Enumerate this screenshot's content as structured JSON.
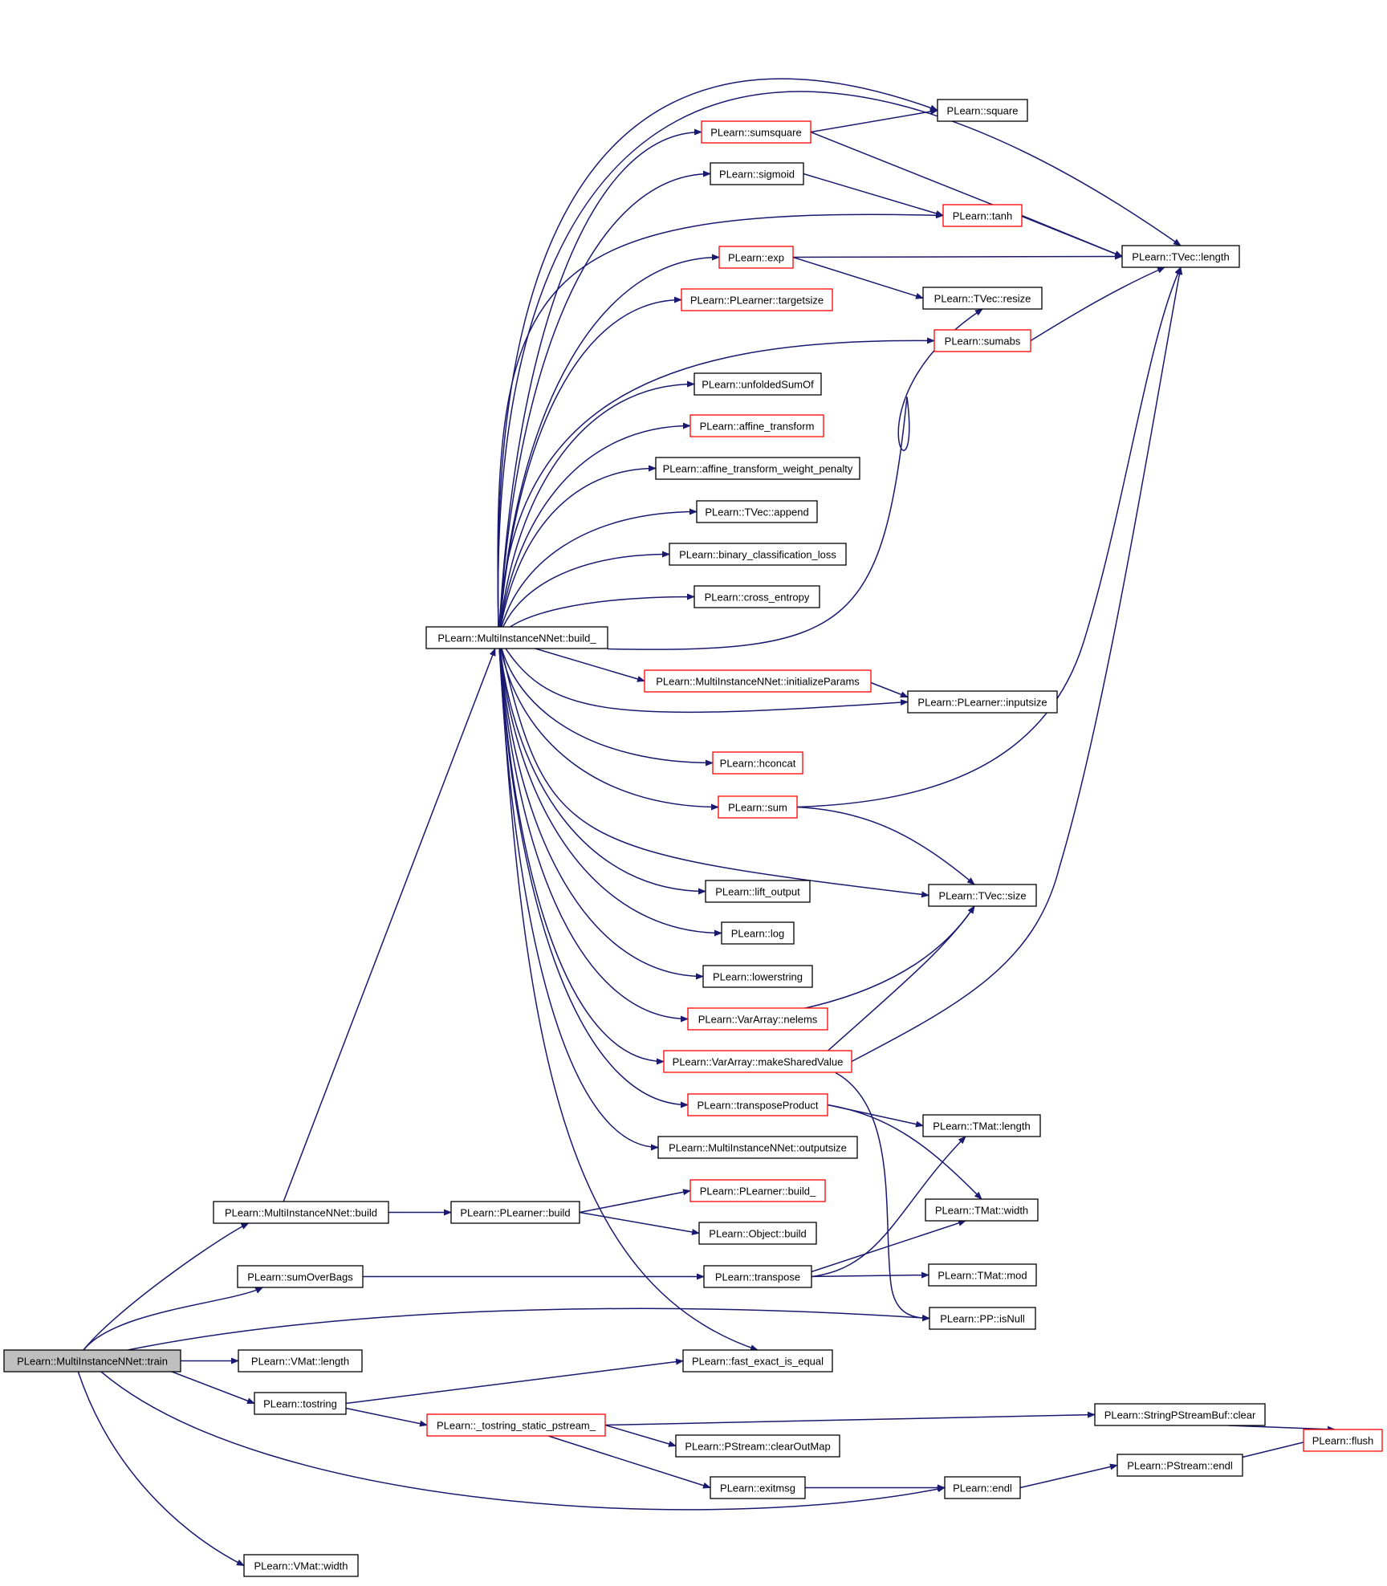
{
  "colors": {
    "edge": "#191970",
    "node_normal_border": "#000000",
    "node_truncated_border": "#ff0000",
    "root_fill": "#bfbfbf",
    "text": "#000000"
  },
  "nodes": [
    {
      "id": "train",
      "label": "PLearn::MultiInstanceNNet::train",
      "style": "root"
    },
    {
      "id": "build",
      "label": "PLearn::MultiInstanceNNet::build",
      "style": "normal"
    },
    {
      "id": "sumOverBags",
      "label": "PLearn::sumOverBags",
      "style": "normal"
    },
    {
      "id": "vmatLength",
      "label": "PLearn::VMat::length",
      "style": "normal"
    },
    {
      "id": "tostring",
      "label": "PLearn::tostring",
      "style": "normal"
    },
    {
      "id": "vmatWidth",
      "label": "PLearn::VMat::width",
      "style": "normal"
    },
    {
      "id": "build_",
      "label": "PLearn::MultiInstanceNNet::build_",
      "style": "normal"
    },
    {
      "id": "plearnerBuild",
      "label": "PLearn::PLearner::build",
      "style": "normal"
    },
    {
      "id": "tostringStatic",
      "label": "PLearn::_tostring_static_pstream_",
      "style": "truncated"
    },
    {
      "id": "sumsquare",
      "label": "PLearn::sumsquare",
      "style": "truncated"
    },
    {
      "id": "sigmoid",
      "label": "PLearn::sigmoid",
      "style": "normal"
    },
    {
      "id": "exp",
      "label": "PLearn::exp",
      "style": "truncated"
    },
    {
      "id": "targetsize",
      "label": "PLearn::PLearner::targetsize",
      "style": "truncated"
    },
    {
      "id": "unfoldedSumOf",
      "label": "PLearn::unfoldedSumOf",
      "style": "normal"
    },
    {
      "id": "affine",
      "label": "PLearn::affine_transform",
      "style": "truncated"
    },
    {
      "id": "affinePenalty",
      "label": "PLearn::affine_transform_weight_penalty",
      "style": "normal"
    },
    {
      "id": "append",
      "label": "PLearn::TVec::append",
      "style": "normal"
    },
    {
      "id": "binLoss",
      "label": "PLearn::binary_classification_loss",
      "style": "normal"
    },
    {
      "id": "crossEntropy",
      "label": "PLearn::cross_entropy",
      "style": "normal"
    },
    {
      "id": "initParams",
      "label": "PLearn::MultiInstanceNNet::initializeParams",
      "style": "truncated"
    },
    {
      "id": "hconcat",
      "label": "PLearn::hconcat",
      "style": "truncated"
    },
    {
      "id": "sum",
      "label": "PLearn::sum",
      "style": "truncated"
    },
    {
      "id": "liftOutput",
      "label": "PLearn::lift_output",
      "style": "normal"
    },
    {
      "id": "log",
      "label": "PLearn::log",
      "style": "normal"
    },
    {
      "id": "lowerstring",
      "label": "PLearn::lowerstring",
      "style": "normal"
    },
    {
      "id": "nelems",
      "label": "PLearn::VarArray::nelems",
      "style": "truncated"
    },
    {
      "id": "makeShared",
      "label": "PLearn::VarArray::makeSharedValue",
      "style": "truncated"
    },
    {
      "id": "transposeProduct",
      "label": "PLearn::transposeProduct",
      "style": "truncated"
    },
    {
      "id": "outputsize",
      "label": "PLearn::MultiInstanceNNet::outputsize",
      "style": "normal"
    },
    {
      "id": "plearnerBuild_",
      "label": "PLearn::PLearner::build_",
      "style": "truncated"
    },
    {
      "id": "objectBuild",
      "label": "PLearn::Object::build",
      "style": "normal"
    },
    {
      "id": "transpose",
      "label": "PLearn::transpose",
      "style": "normal"
    },
    {
      "id": "fastExact",
      "label": "PLearn::fast_exact_is_equal",
      "style": "normal"
    },
    {
      "id": "clearOutMap",
      "label": "PLearn::PStream::clearOutMap",
      "style": "normal"
    },
    {
      "id": "exitmsg",
      "label": "PLearn::exitmsg",
      "style": "normal"
    },
    {
      "id": "square",
      "label": "PLearn::square",
      "style": "normal"
    },
    {
      "id": "tanh",
      "label": "PLearn::tanh",
      "style": "truncated"
    },
    {
      "id": "tvecResize",
      "label": "PLearn::TVec::resize",
      "style": "normal"
    },
    {
      "id": "sumabs",
      "label": "PLearn::sumabs",
      "style": "truncated"
    },
    {
      "id": "inputsize",
      "label": "PLearn::PLearner::inputsize",
      "style": "normal"
    },
    {
      "id": "tvecSize",
      "label": "PLearn::TVec::size",
      "style": "normal"
    },
    {
      "id": "tmatLength",
      "label": "PLearn::TMat::length",
      "style": "normal"
    },
    {
      "id": "tmatWidth",
      "label": "PLearn::TMat::width",
      "style": "normal"
    },
    {
      "id": "tmatMod",
      "label": "PLearn::TMat::mod",
      "style": "normal"
    },
    {
      "id": "isNull",
      "label": "PLearn::PP::isNull",
      "style": "normal"
    },
    {
      "id": "endl",
      "label": "PLearn::endl",
      "style": "normal"
    },
    {
      "id": "tvecLength",
      "label": "PLearn::TVec::length",
      "style": "normal"
    },
    {
      "id": "spsbClear",
      "label": "PLearn::StringPStreamBuf::clear",
      "style": "normal"
    },
    {
      "id": "pstreamEndl",
      "label": "PLearn::PStream::endl",
      "style": "normal"
    },
    {
      "id": "flush",
      "label": "PLearn::flush",
      "style": "truncated"
    }
  ],
  "edges": [
    [
      "train",
      "build"
    ],
    [
      "train",
      "sumOverBags"
    ],
    [
      "train",
      "vmatLength"
    ],
    [
      "train",
      "tostring"
    ],
    [
      "train",
      "vmatWidth"
    ],
    [
      "train",
      "isNull"
    ],
    [
      "train",
      "endl"
    ],
    [
      "build",
      "build_"
    ],
    [
      "build",
      "plearnerBuild"
    ],
    [
      "sumOverBags",
      "transpose"
    ],
    [
      "tostring",
      "fastExact"
    ],
    [
      "tostring",
      "tostringStatic"
    ],
    [
      "build_",
      "tvecLength"
    ],
    [
      "build_",
      "square"
    ],
    [
      "build_",
      "sumsquare"
    ],
    [
      "build_",
      "sigmoid"
    ],
    [
      "build_",
      "tanh"
    ],
    [
      "build_",
      "exp"
    ],
    [
      "build_",
      "targetsize"
    ],
    [
      "build_",
      "sumabs"
    ],
    [
      "build_",
      "unfoldedSumOf"
    ],
    [
      "build_",
      "affine"
    ],
    [
      "build_",
      "affinePenalty"
    ],
    [
      "build_",
      "append"
    ],
    [
      "build_",
      "binLoss"
    ],
    [
      "build_",
      "crossEntropy"
    ],
    [
      "build_",
      "tvecResize"
    ],
    [
      "build_",
      "initParams"
    ],
    [
      "build_",
      "inputsize"
    ],
    [
      "build_",
      "hconcat"
    ],
    [
      "build_",
      "sum"
    ],
    [
      "build_",
      "tvecSize"
    ],
    [
      "build_",
      "liftOutput"
    ],
    [
      "build_",
      "log"
    ],
    [
      "build_",
      "lowerstring"
    ],
    [
      "build_",
      "nelems"
    ],
    [
      "build_",
      "makeShared"
    ],
    [
      "build_",
      "transposeProduct"
    ],
    [
      "build_",
      "outputsize"
    ],
    [
      "build_",
      "fastExact"
    ],
    [
      "sumsquare",
      "square"
    ],
    [
      "sumsquare",
      "tvecLength"
    ],
    [
      "sigmoid",
      "tanh"
    ],
    [
      "tanh",
      "tvecLength"
    ],
    [
      "exp",
      "tvecLength"
    ],
    [
      "exp",
      "tvecResize"
    ],
    [
      "sumabs",
      "tvecLength"
    ],
    [
      "initParams",
      "inputsize"
    ],
    [
      "sum",
      "tvecLength"
    ],
    [
      "sum",
      "tvecSize"
    ],
    [
      "nelems",
      "tvecSize"
    ],
    [
      "makeShared",
      "tvecSize"
    ],
    [
      "makeShared",
      "tvecLength"
    ],
    [
      "makeShared",
      "isNull"
    ],
    [
      "transposeProduct",
      "tmatLength"
    ],
    [
      "transposeProduct",
      "tmatWidth"
    ],
    [
      "plearnerBuild",
      "plearnerBuild_"
    ],
    [
      "plearnerBuild",
      "objectBuild"
    ],
    [
      "transpose",
      "tmatLength"
    ],
    [
      "transpose",
      "tmatWidth"
    ],
    [
      "transpose",
      "tmatMod"
    ],
    [
      "tostringStatic",
      "spsbClear"
    ],
    [
      "tostringStatic",
      "clearOutMap"
    ],
    [
      "tostringStatic",
      "exitmsg"
    ],
    [
      "exitmsg",
      "endl"
    ],
    [
      "endl",
      "pstreamEndl"
    ],
    [
      "pstreamEndl",
      "flush"
    ],
    [
      "spsbClear",
      "flush"
    ]
  ]
}
